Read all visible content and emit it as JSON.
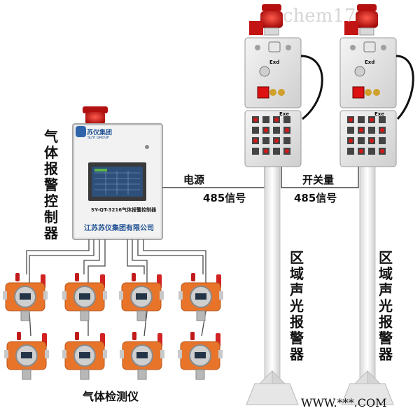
{
  "watermark_top": "chem17",
  "watermark_bottom": "WWW.***.COM",
  "controller": {
    "side_label": "气体报警控制器",
    "brand_cn": "苏仪集团",
    "brand_en": "SUYI GROUP",
    "model": "SY-QT-3216气体报警控制器",
    "company": "江苏苏仪集团有限公司"
  },
  "wires": {
    "power": "电源",
    "signal_left": "485信号",
    "switch": "开关量",
    "signal_right": "485信号"
  },
  "detectors_label": "气体检测仪",
  "alarm_label_left": "区域声光报警器",
  "alarm_label_right": "区域声光报警器",
  "box_marks": {
    "exd": "Exd",
    "exe": "Exe"
  },
  "colors": {
    "beacon": "#d01818",
    "box": "#e6e6e6",
    "pole": "#f3f3f3",
    "detector_orange": "#e8742a",
    "screen": "#2e4f7a"
  }
}
